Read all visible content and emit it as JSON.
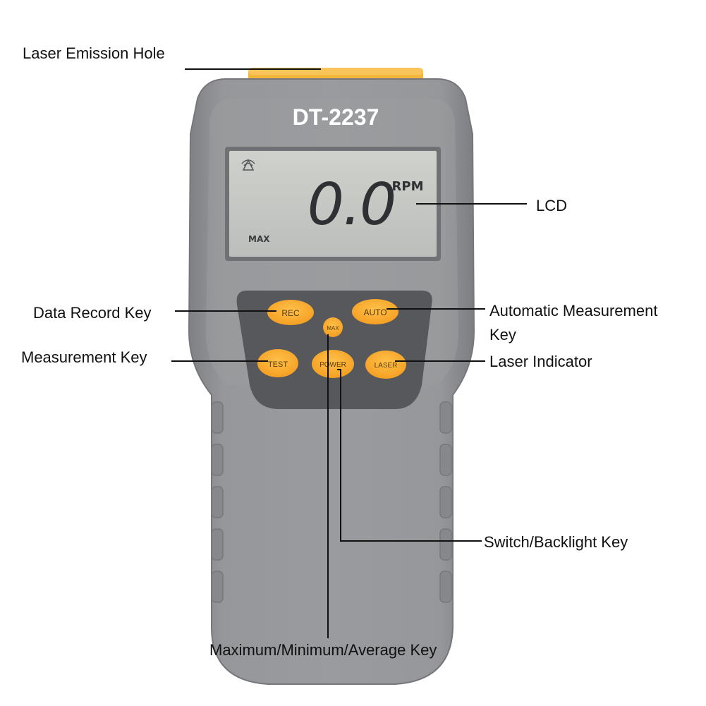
{
  "device": {
    "model": "DT-2237",
    "lcd": {
      "reading": "0.0",
      "unit": "RPM",
      "mode": "MAX"
    },
    "keys": {
      "rec": "REC",
      "auto": "AUTO",
      "max": "MAX",
      "test": "TEST",
      "power": "POWER",
      "laser": "LASER"
    },
    "colors": {
      "body": "#8f9194",
      "body_edge": "#7c7e82",
      "keypad": "#56585c",
      "keys": "#f7a52a",
      "laser_window": "#f5b63c",
      "lcd": "#c4c6c2"
    }
  },
  "callouts": {
    "laser_emission_hole": "Laser Emission Hole",
    "lcd": "LCD",
    "data_record_key": "Data Record Key",
    "automatic_measurement_key_line1": "Automatic Measurement",
    "automatic_measurement_key_line2": "Key",
    "measurement_key": "Measurement Key",
    "laser_indicator": "Laser Indicator",
    "switch_backlight_key": "Switch/Backlight Key",
    "max_min_avg_key": "Maximum/Minimum/Average Key"
  }
}
